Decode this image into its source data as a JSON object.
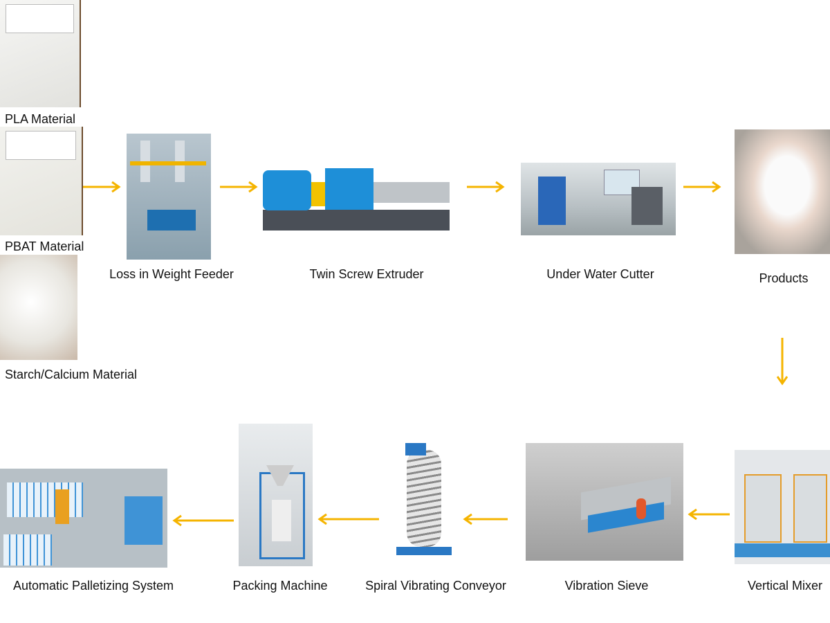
{
  "accent_color": "#f5b400",
  "materials": [
    {
      "label": "PLA Material",
      "icon": "pla-pellet-bag-image"
    },
    {
      "label": "PBAT Material",
      "icon": "pbat-powder-bag-image"
    },
    {
      "label": "Starch/Calcium Material",
      "icon": "starch-powder-image"
    }
  ],
  "top_row": [
    {
      "label": "Loss in Weight Feeder"
    },
    {
      "label": "Twin Screw Extruder"
    },
    {
      "label": "Under Water Cutter"
    },
    {
      "label": "Products"
    }
  ],
  "bottom_row": [
    {
      "label": "Vertical Mixer"
    },
    {
      "label": "Vibration Sieve"
    },
    {
      "label": "Spiral Vibrating Conveyor"
    },
    {
      "label": "Packing Machine"
    },
    {
      "label": "Automatic Palletizing System"
    }
  ]
}
